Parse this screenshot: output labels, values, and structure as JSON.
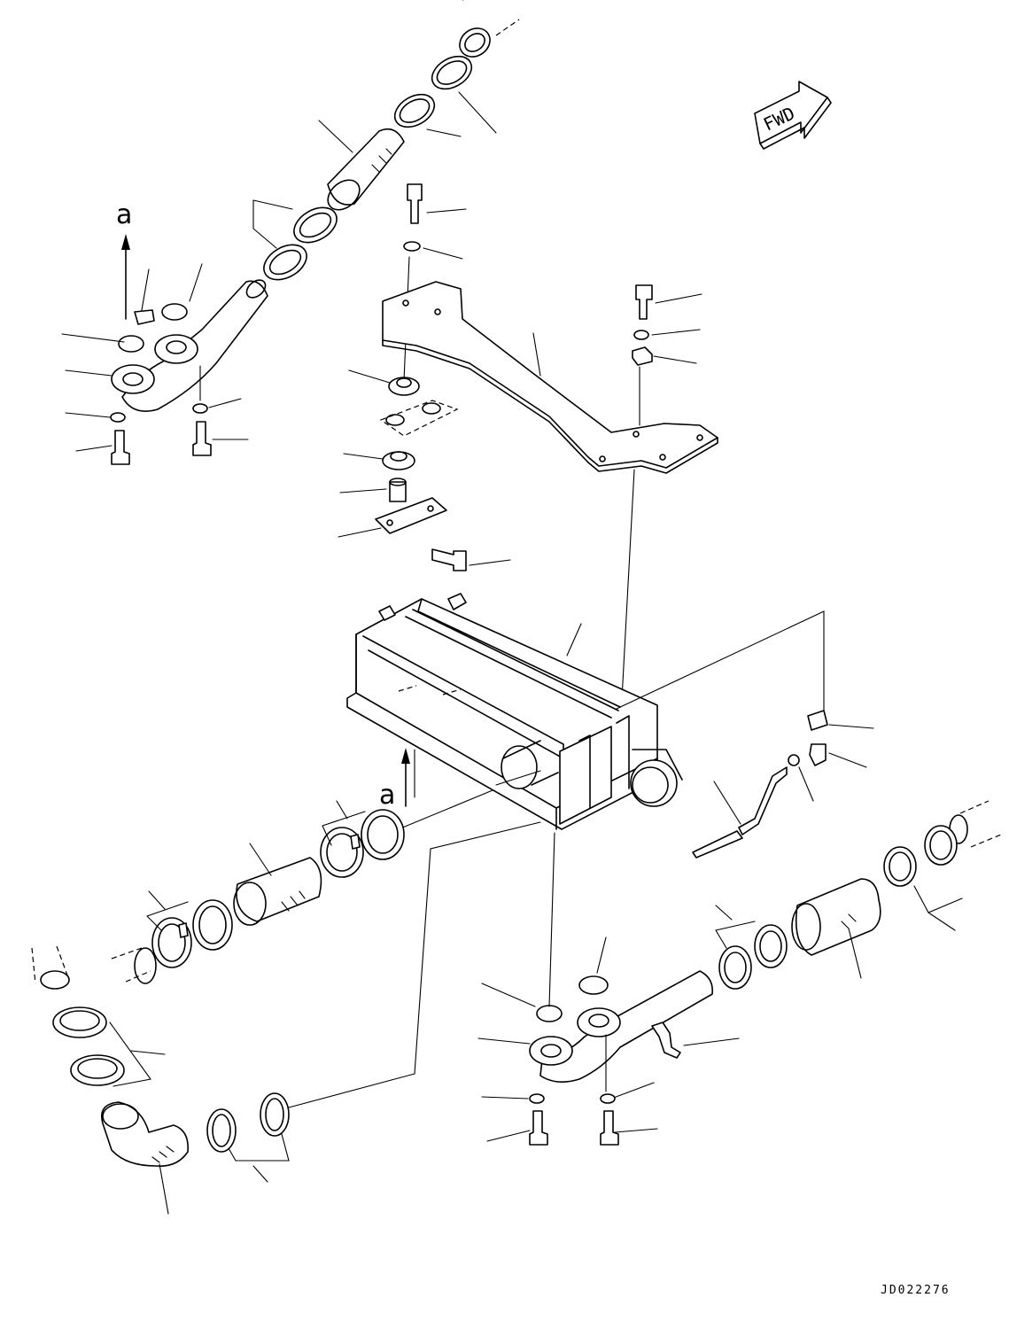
{
  "diagram": {
    "direction_marker": "FWD",
    "view_labels": [
      "a",
      "a"
    ],
    "drawing_code": "JD022276"
  }
}
